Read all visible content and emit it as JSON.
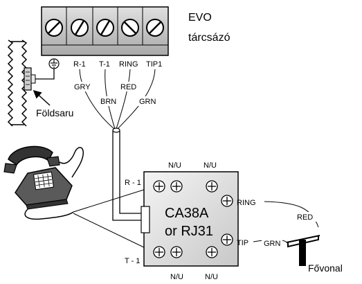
{
  "panel": {
    "name_line1": "EVO",
    "name_line2": "tárcsázó",
    "terminals": [
      "R-1",
      "T-1",
      "RING",
      "TIP1"
    ]
  },
  "wires": {
    "gry": "GRY",
    "brn": "BRN",
    "red": "RED",
    "grn": "GRN"
  },
  "ground_label": "Földsaru",
  "module": {
    "line1": "CA38A",
    "line2": "or RJ31",
    "nu": "N/U",
    "r1": "R - 1",
    "t1": "T - 1",
    "ring": "RING",
    "tip": "TIP"
  },
  "line_wires": {
    "red": "RED",
    "grn": "GRN"
  },
  "mainline_label": "Fővonal"
}
